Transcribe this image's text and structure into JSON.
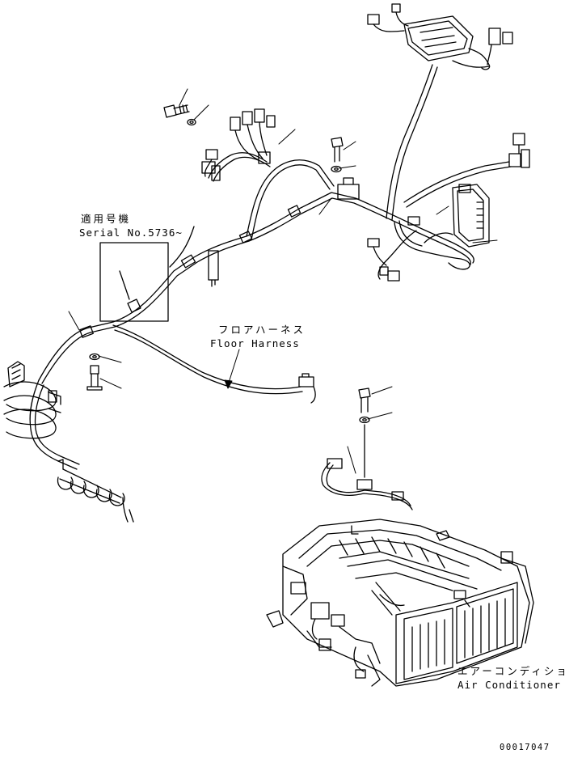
{
  "labels": {
    "serial_jp": "適用号機",
    "serial_en": "Serial No.5736~",
    "floor_jp": "フロアハーネス",
    "floor_en": "Floor Harness",
    "aircon_jp": "エアーコンディショナ",
    "aircon_en": "Air Conditioner",
    "drawing_no": "00017047"
  },
  "colors": {
    "ink": "#000000",
    "paper": "#ffffff"
  }
}
